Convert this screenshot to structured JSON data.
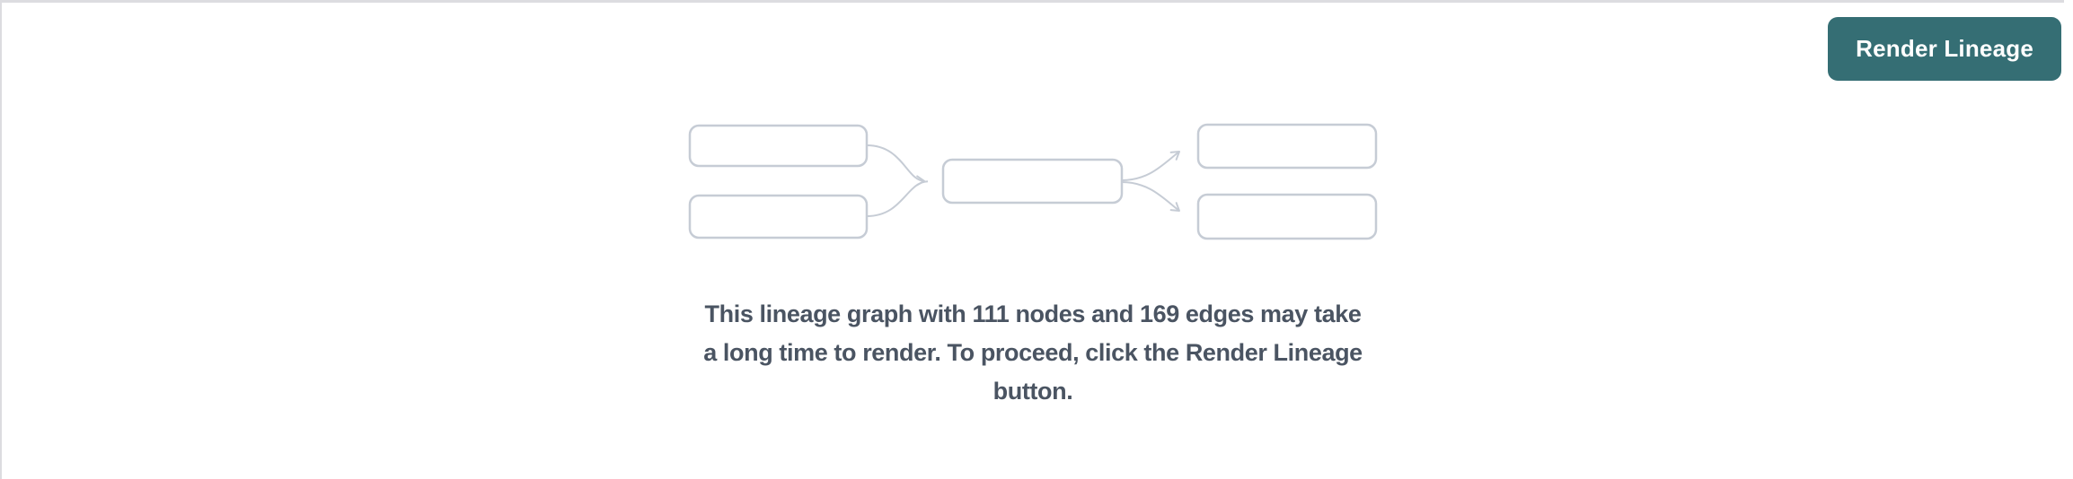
{
  "panel": {
    "background": "#ffffff",
    "border_color": "#dcdce0"
  },
  "toolbar": {
    "render_lineage_button": {
      "label": "Render Lineage",
      "background_color": "#356e74",
      "text_color": "#ffffff"
    }
  },
  "empty_state": {
    "graphic_icon": "mini-lineage-graph-icon",
    "diagram": {
      "box_count": 5,
      "box_border_color": "#c6ccd5",
      "arrow_color": "#c6ccd5",
      "box_fill": "#ffffff"
    },
    "message_lines": [
      "This lineage graph with 111 nodes and 169 edges may take",
      "a long time to render. To proceed, click the Render Lineage",
      "button."
    ],
    "message_text_color": "#4a5462",
    "stats": {
      "nodes": 111,
      "edges": 169
    }
  }
}
